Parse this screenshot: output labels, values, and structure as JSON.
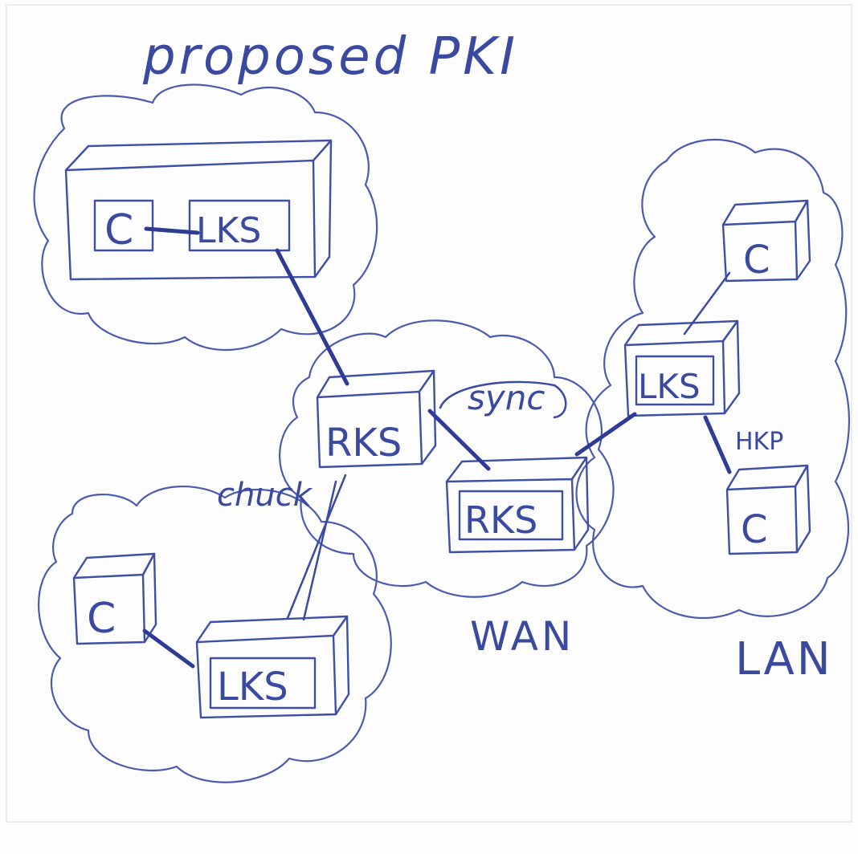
{
  "title": "proposed PKI",
  "nodes": {
    "top_c": "C",
    "top_lks": "LKS",
    "rks_left": "RKS",
    "rks_right": "RKS",
    "bottom_c": "C",
    "bottom_lks": "LKS",
    "lan_c_top": "C",
    "lan_lks": "LKS",
    "lan_c_bottom": "C"
  },
  "edge_labels": {
    "sync": "sync",
    "chuck": "chuck",
    "hkp": "HKP"
  },
  "network_labels": {
    "wan": "WAN",
    "lan": "LAN"
  },
  "colors": {
    "ink": "#3a4aa0",
    "paper": "#fdfdfd"
  }
}
